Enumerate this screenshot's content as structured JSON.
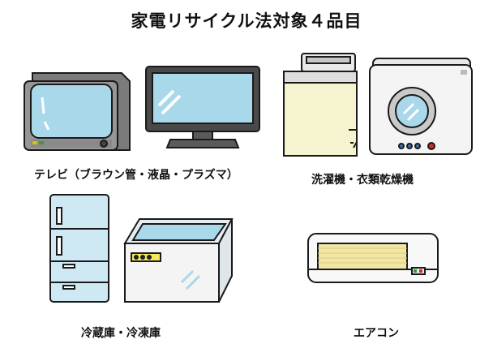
{
  "title": "家電リサイクル法対象４品目",
  "labels": {
    "tv": "テレビ（ブラウン管・液晶・プラズマ）",
    "washer": "洗濯機・衣類乾燥機",
    "fridge": "冷蔵庫・冷凍庫",
    "aircon": "エアコン"
  },
  "colors": {
    "outline": "#1a1a1a",
    "screen_blue": "#a9d8ea",
    "body_gray": "#8c8c8c",
    "cream": "#f6f3cf",
    "fridge_blue": "#cfe9f4",
    "ac_stripe": "#f2e6a6"
  },
  "icons": [
    "crt-tv-icon",
    "flat-tv-icon",
    "washing-machine-icon",
    "clothes-dryer-icon",
    "refrigerator-icon",
    "chest-freezer-icon",
    "air-conditioner-icon"
  ]
}
